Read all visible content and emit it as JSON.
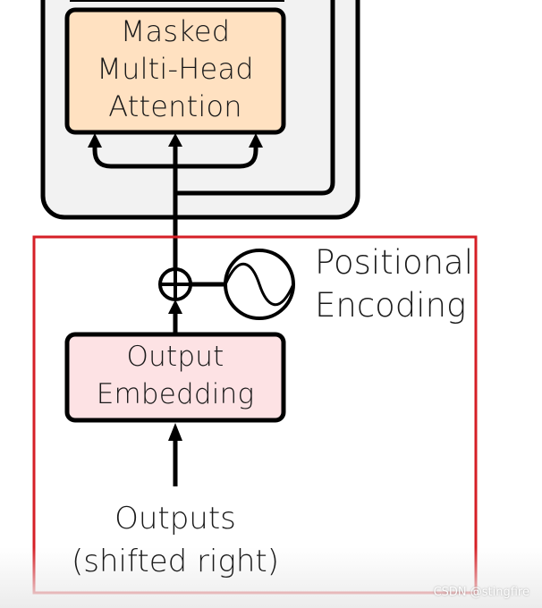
{
  "decoder_block": {
    "attention_box": {
      "line1": "Masked",
      "line2": "Multi-Head",
      "line3": "Attention"
    }
  },
  "embedding": {
    "line1": "Output",
    "line2": "Embedding"
  },
  "positional_encoding": {
    "line1": "Positional",
    "line2": "Encoding"
  },
  "input_label": {
    "line1": "Outputs",
    "line2": "(shifted right)"
  },
  "watermark": "CSDN @stingfire",
  "colors": {
    "attention_fill": "#ffe1c1",
    "embedding_fill": "#fde2e4",
    "block_fill": "#f2f2f2",
    "highlight_border": "#d61f26",
    "stroke": "#000000"
  }
}
